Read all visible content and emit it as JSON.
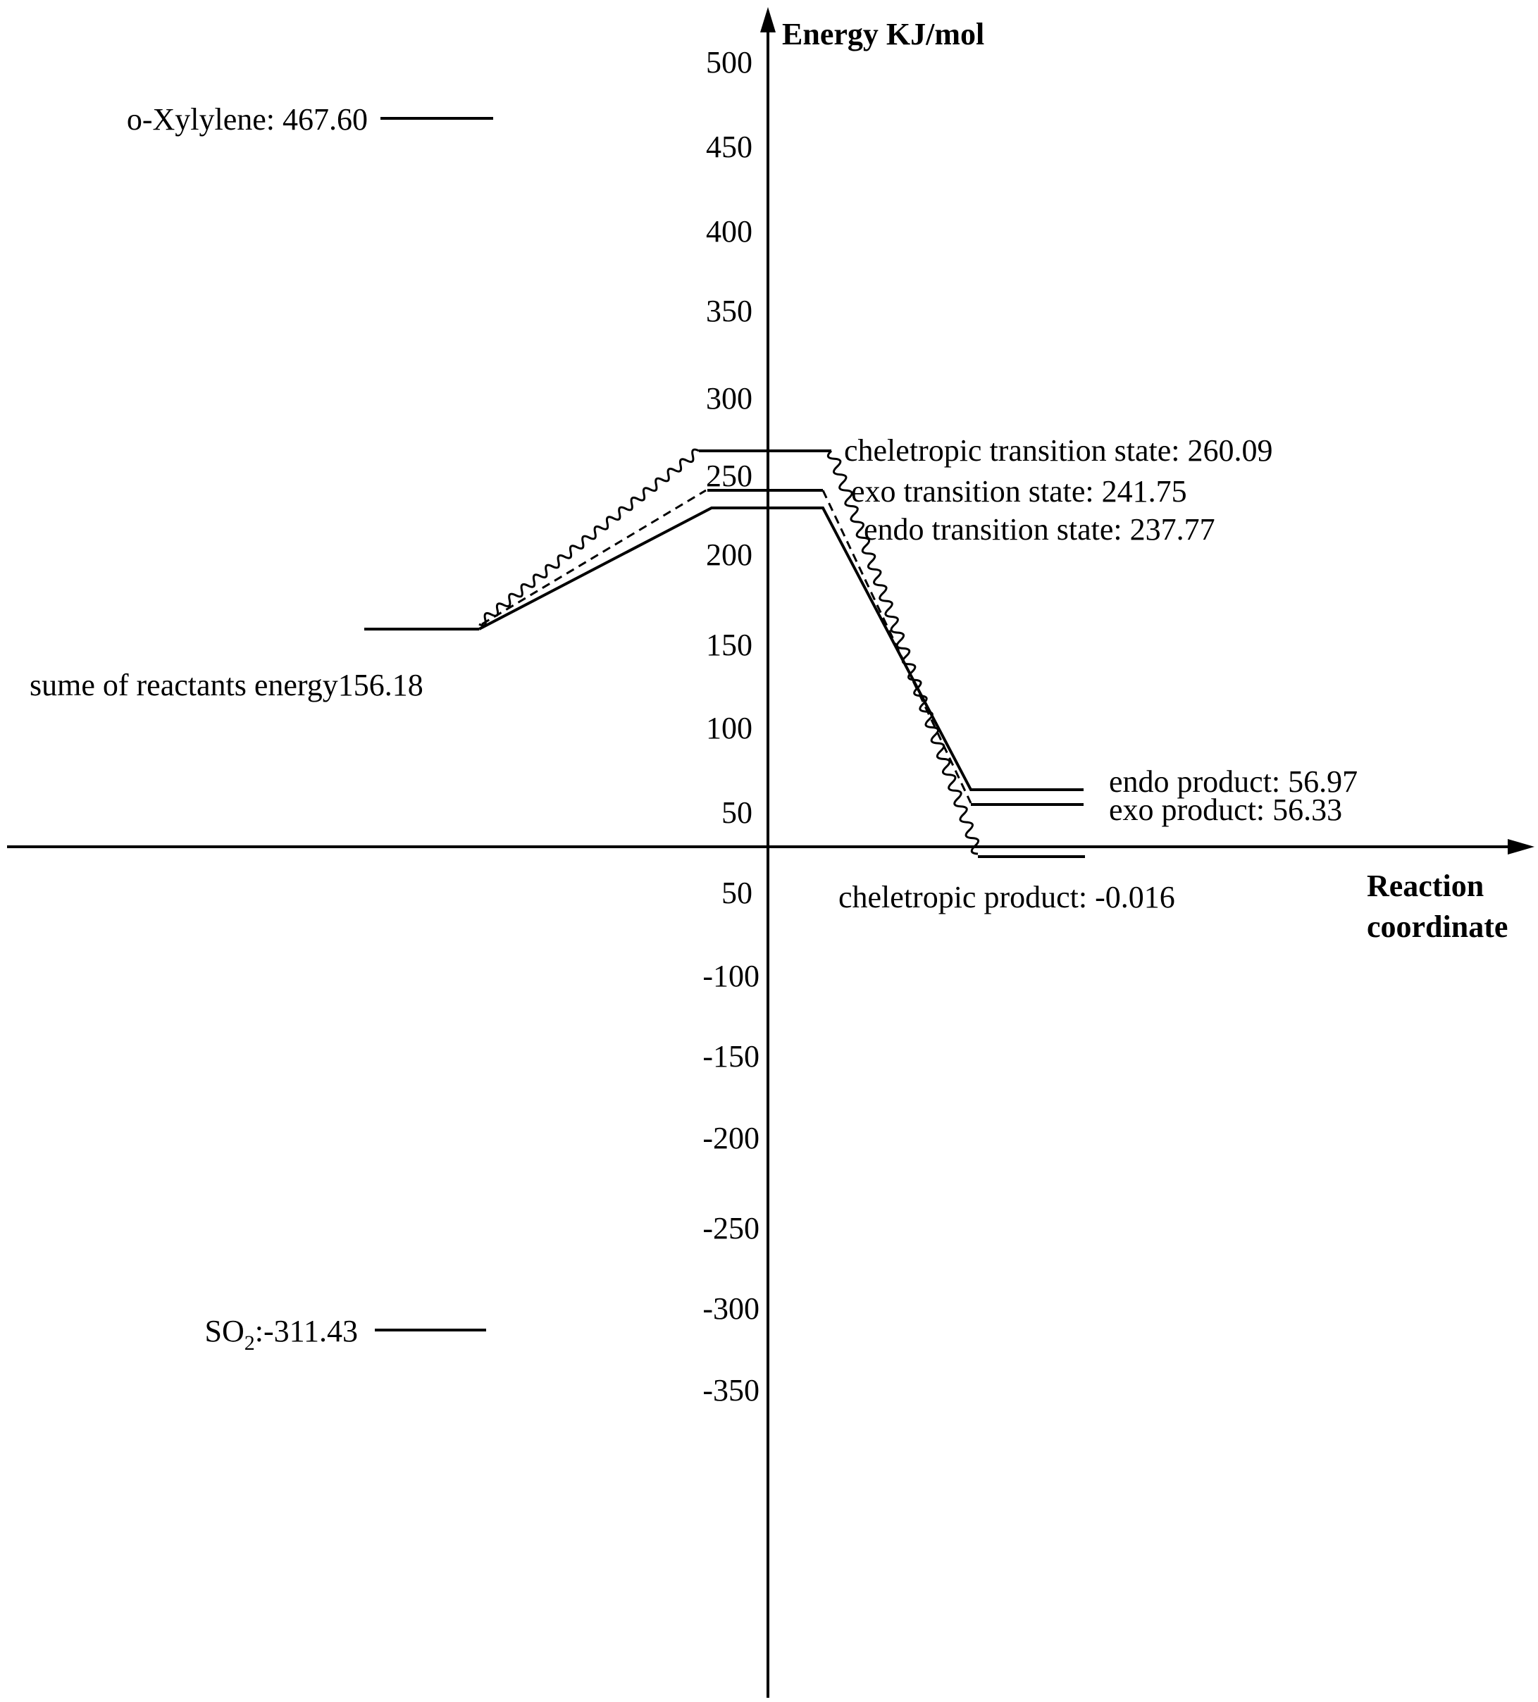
{
  "diagram": {
    "y_axis_title": "Energy KJ/mol",
    "x_axis_title_line1": "Reaction",
    "x_axis_title_line2": "coordinate",
    "ticks": [
      "500",
      "450",
      "400",
      "350",
      "300",
      "250",
      "200",
      "150",
      "100",
      "50",
      "50",
      "-100",
      "-150",
      "-200",
      "-250",
      "-300",
      "-350"
    ],
    "levels": {
      "o_xylylene": {
        "label": "o-Xylylene: 467.60",
        "value": 467.6
      },
      "reactants": {
        "label": "sume of reactants energy156.18",
        "value": 156.18
      },
      "so2": {
        "prefix": "SO",
        "subscript": "2",
        "suffix": ":-311.43",
        "value": -311.43
      },
      "cheletropic_ts": {
        "label": "cheletropic transition state: 260.09",
        "value": 260.09
      },
      "exo_ts": {
        "label": "exo transition state: 241.75",
        "value": 241.75
      },
      "endo_ts": {
        "label": "endo transition state: 237.77",
        "value": 237.77
      },
      "endo_product": {
        "label": "endo product: 56.97",
        "value": 56.97
      },
      "exo_product": {
        "label": "exo product: 56.33",
        "value": 56.33
      },
      "cheletropic_product": {
        "label": "cheletropic product: -0.016",
        "value": -0.016
      }
    },
    "pathway_styles": {
      "endo": "solid",
      "exo": "dashed",
      "cheletropic": "wavy"
    }
  }
}
